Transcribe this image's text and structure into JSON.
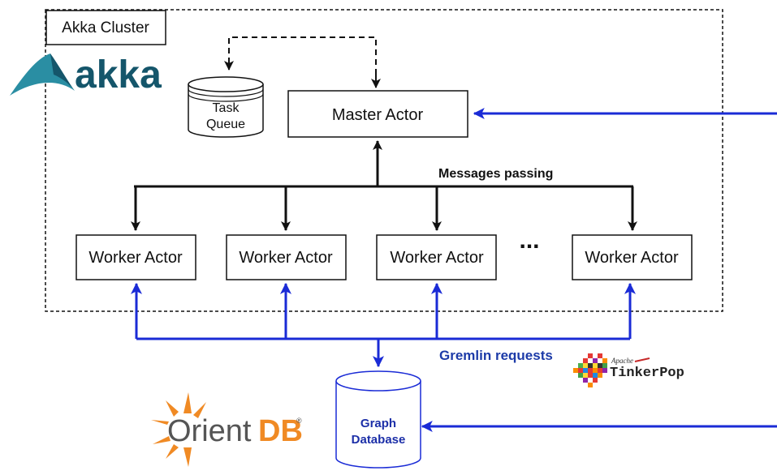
{
  "cluster": {
    "title": "Akka Cluster"
  },
  "logos": {
    "akka": "akka",
    "orient_prefix": "Orient",
    "orient_suffix": "DB",
    "orient_mark": "®",
    "tinkerpop_small": "Apache",
    "tinkerpop_big": "TinkerPop"
  },
  "task_queue": {
    "line1": "Task",
    "line2": "Queue"
  },
  "master": {
    "label": "Master Actor"
  },
  "messages_label": "Messages passing",
  "workers": [
    {
      "label": "Worker Actor"
    },
    {
      "label": "Worker Actor"
    },
    {
      "label": "Worker Actor"
    },
    {
      "label": "Worker Actor"
    }
  ],
  "ellipsis": "...",
  "gremlin_label": "Gremlin requests",
  "database": {
    "line1": "Graph",
    "line2": "Database"
  },
  "colors": {
    "blue_arrow": "#1a2bd6",
    "black": "#111111",
    "akka_teal": "#2a8ea3",
    "akka_dark": "#15566b",
    "orient_orange": "#f08a24",
    "orient_gray": "#555555",
    "db_text_blue": "#1c2fa8",
    "gremlin_blue": "#1d3ba8"
  }
}
